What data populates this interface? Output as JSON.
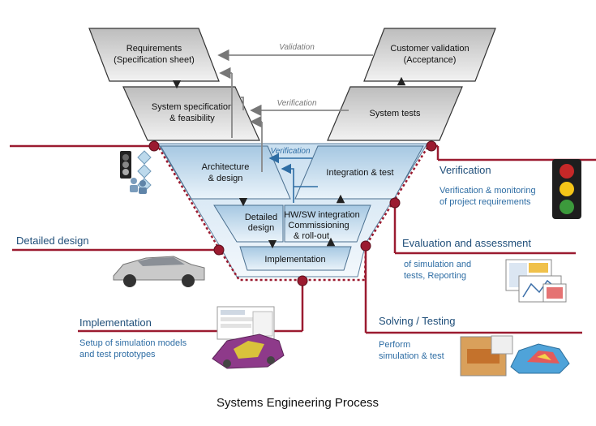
{
  "title": "Systems Engineering Process",
  "gray_boxes": {
    "requirements": [
      "Requirements",
      "(Specification sheet)"
    ],
    "system_spec": [
      "System specification",
      "& feasibility"
    ],
    "customer_validation": [
      "Customer validation",
      "(Acceptance)"
    ],
    "system_tests": [
      "System tests"
    ]
  },
  "blue_boxes": {
    "architecture": [
      "Architecture",
      "& design"
    ],
    "integration": [
      "Integration & test"
    ],
    "detailed": [
      "Detailed",
      "design"
    ],
    "hwsw": [
      "HW/SW integration",
      "Commissioning",
      "& roll-out"
    ],
    "implementation": [
      "Implementation"
    ]
  },
  "arrow_labels": {
    "validation": "Validation",
    "verification_top": "Verification",
    "verification_inner": "Verification"
  },
  "side_labels": {
    "verification": {
      "title": "Verification",
      "sub": [
        "Verification & monitoring",
        "of project requirements"
      ]
    },
    "evaluation": {
      "title": "Evaluation and assessment",
      "sub": [
        "of simulation and",
        "tests, Reporting"
      ]
    },
    "solving": {
      "title": "Solving / Testing",
      "sub": [
        "Perform",
        "simulation & test"
      ]
    },
    "detailed_design": {
      "title": "Detailed design"
    },
    "implementation": {
      "title": "Implementation",
      "sub": [
        "Setup of simulation models",
        "and test prototypes"
      ]
    }
  },
  "colors": {
    "maroon": "#9b1b30",
    "gray_top": "#c8c8c8",
    "gray_bottom": "#efefef",
    "blue_top": "#a9cbe3",
    "blue_bottom": "#e6f1f9",
    "label_blue": "#1f4e79",
    "arrow_gray": "#888888",
    "arrow_blue": "#2e6da4"
  }
}
